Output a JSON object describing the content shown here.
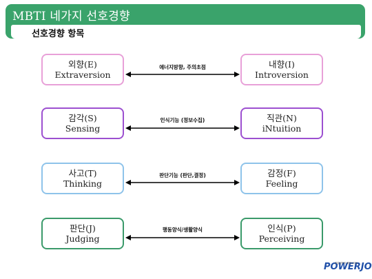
{
  "header": {
    "title": "MBTI 네가지 선호경향",
    "subtitle": "선호경향 항목"
  },
  "pairs": [
    {
      "left": {
        "ko": "외향(E)",
        "en": "Extraversion",
        "color": "#e8a0d8"
      },
      "right": {
        "ko": "내향(I)",
        "en": "Introversion",
        "color": "#e8a0d8"
      },
      "label": "에너지방향, 주의초점"
    },
    {
      "left": {
        "ko": "감각(S)",
        "en": "Sensing",
        "color": "#9c4fd0"
      },
      "right": {
        "ko": "직관(N)",
        "en": "iNtuition",
        "color": "#9c4fd0"
      },
      "label": "인식기능 (정보수집)"
    },
    {
      "left": {
        "ko": "사고(T)",
        "en": "Thinking",
        "color": "#8ec3ea"
      },
      "right": {
        "ko": "감정(F)",
        "en": "Feeling",
        "color": "#8ec3ea"
      },
      "label": "판단기능 (판단,결정)"
    },
    {
      "left": {
        "ko": "판단(J)",
        "en": "Judging",
        "color": "#3a9a6a"
      },
      "right": {
        "ko": "인식(P)",
        "en": "Perceiving",
        "color": "#3a9a6a"
      },
      "label": "행동양식/생활양식"
    }
  ],
  "logo": {
    "text": "POWERJOB",
    "sub": "취업정보의 희망사이트"
  },
  "colors": {
    "header": "#3aa36b",
    "arrow": "#000000",
    "logo": "#1f4fa8"
  }
}
